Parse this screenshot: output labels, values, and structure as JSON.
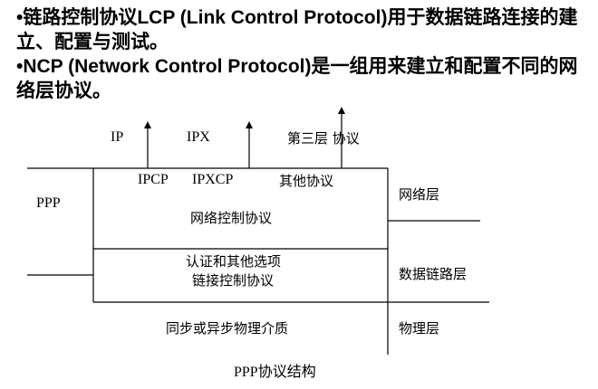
{
  "bullets": [
    "•链路控制协议LCP (Link Control Protocol)用于数据链路连接的建立、配置与测试。",
    "•NCP (Network Control Protocol)是一组用来建立和配置不同的网络层协议。"
  ],
  "diagram": {
    "top_protocols": {
      "ip": "IP",
      "ipx": "IPX",
      "third_layer": "第三层  协议"
    },
    "ncp_row": {
      "ipcp": "IPCP",
      "ipxcp": "IPXCP",
      "other": "其他协议",
      "title": "网络控制协议"
    },
    "lcp_row": {
      "line1": "认证和其他选项",
      "line2": "链接控制协议"
    },
    "physical_row": {
      "title": "同步或异步物理介质"
    },
    "left_label": "PPP",
    "right_labels": {
      "network": "网络层",
      "datalink": "数据链路层",
      "physical": "物理层"
    },
    "caption": "PPP协议结构"
  }
}
